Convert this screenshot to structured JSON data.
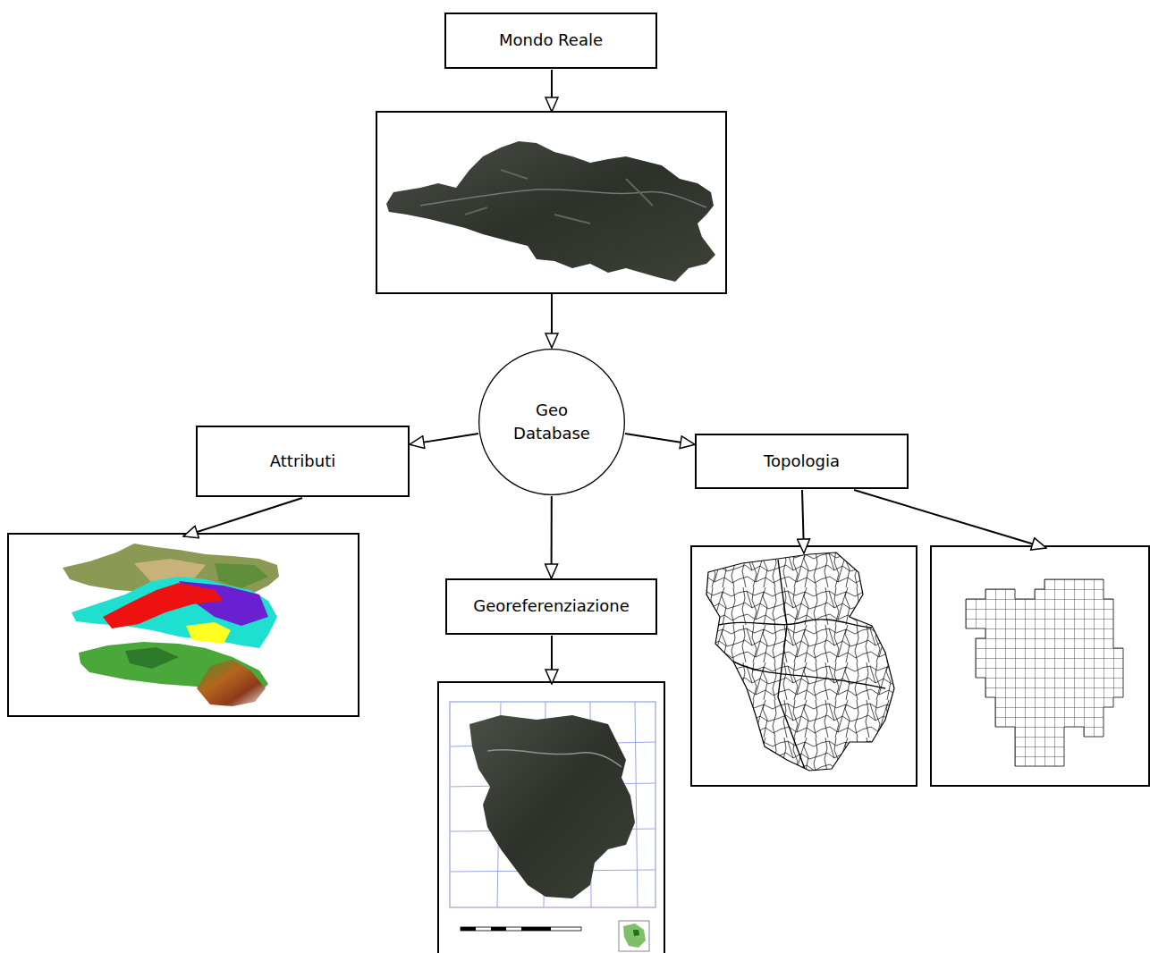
{
  "diagram": {
    "nodes": [
      {
        "text": [
          "Mondo Reale"
        ]
      },
      {
        "text": [
          "Geo Database"
        ]
      },
      {
        "text": [
          "Attributi"
        ]
      },
      {
        "text": [
          "Topologia"
        ]
      },
      {
        "text": [
          "Georeferenziazione"
        ]
      }
    ],
    "edges": [
      {
        "from": 1,
        "to": 2,
        "arrow": "to"
      },
      {
        "from": 1,
        "to": 3,
        "arrow": "to"
      },
      {
        "from": 1,
        "to": 4,
        "arrow": "to"
      }
    ]
  }
}
